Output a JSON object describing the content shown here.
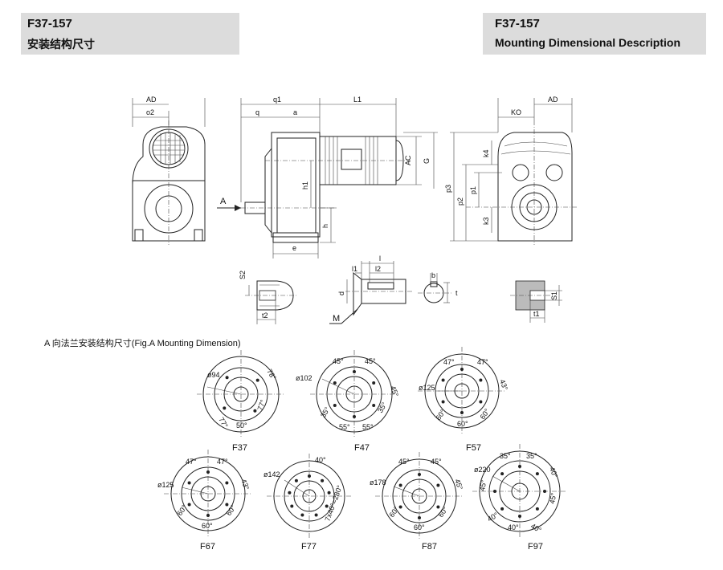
{
  "header_left": {
    "code": "F37-157",
    "title": "安装结构尺寸"
  },
  "header_right": {
    "code": "F37-157",
    "title": "Mounting Dimensional Description"
  },
  "side_view": {
    "labels": [
      "AD",
      "o2"
    ]
  },
  "main_view": {
    "labels": [
      "q1",
      "q",
      "a",
      "L1",
      "AC",
      "G",
      "h1",
      "h",
      "e",
      "A"
    ]
  },
  "end_view": {
    "labels": [
      "KO",
      "AD",
      "k4",
      "p1",
      "p2",
      "p3",
      "k3"
    ]
  },
  "details": {
    "shaft_center": {
      "labels": [
        "S2",
        "t2"
      ]
    },
    "shaft_key": {
      "labels": [
        "l",
        "l1",
        "l2",
        "d",
        "M"
      ]
    },
    "key_section": {
      "labels": [
        "b",
        "t"
      ]
    },
    "hollow_shaft": {
      "labels": [
        "S1",
        "t1"
      ]
    }
  },
  "flange_section": {
    "title": "A 向法兰安装结构尺寸(Fig.A  Mounting  Dimension)"
  },
  "flanges": [
    {
      "name": "F37",
      "dia": "ø94",
      "angles": [
        "78°",
        "77°",
        "77°",
        "50°"
      ]
    },
    {
      "name": "F47",
      "dia": "ø102",
      "angles": [
        "45°",
        "45°",
        "45°",
        "35°",
        "55°",
        "55°",
        "35°"
      ]
    },
    {
      "name": "F57",
      "dia": "ø125",
      "angles": [
        "47°",
        "47°",
        "43°",
        "60°",
        "60°",
        "60°"
      ]
    },
    {
      "name": "F67",
      "dia": "ø125",
      "angles": [
        "47°",
        "47°",
        "43°",
        "60°",
        "60°",
        "60°"
      ]
    },
    {
      "name": "F77",
      "dia": "ø142",
      "angles": [
        "40°",
        "7x40°=280°"
      ]
    },
    {
      "name": "F87",
      "dia": "ø178",
      "angles": [
        "45°",
        "45°",
        "45°",
        "60°",
        "60°",
        "60°"
      ]
    },
    {
      "name": "F97",
      "dia": "ø220",
      "angles": [
        "35°",
        "35°",
        "40°",
        "45°",
        "45°",
        "40°",
        "40°",
        "40°"
      ]
    }
  ]
}
